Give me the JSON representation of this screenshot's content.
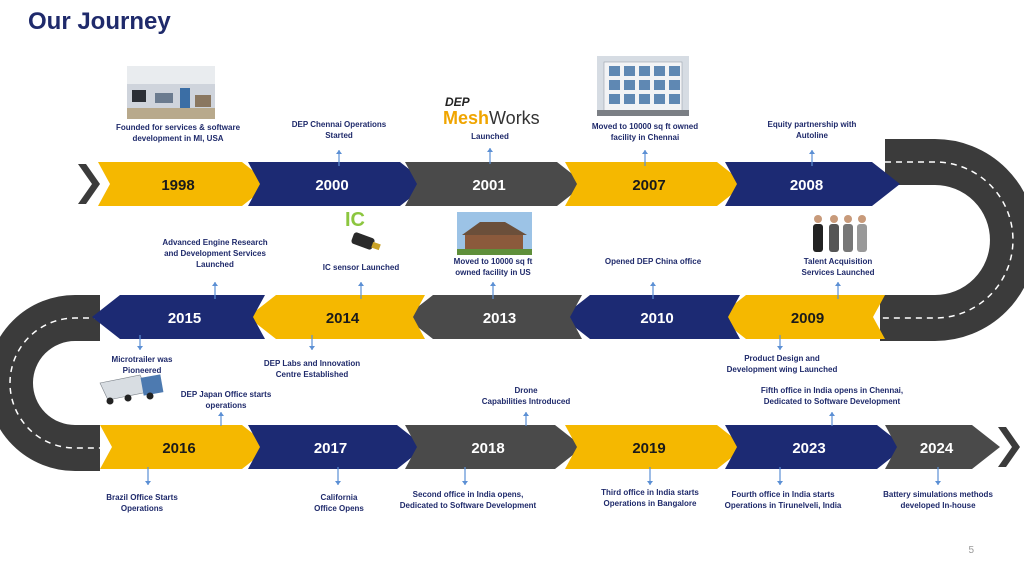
{
  "title": "Our Journey",
  "page_number": "5",
  "colors": {
    "yellow": "#f5b800",
    "navy": "#1c2a73",
    "gray": "#4a4a4a",
    "road": "#3b3b3b",
    "text": "#1f2a6b",
    "connector": "#5b8fd4"
  },
  "milestones": [
    {
      "year": "1998",
      "lines": [
        "Founded for services & software",
        "development in MI, USA"
      ],
      "image": "office-photo"
    },
    {
      "year": "2000",
      "lines": [
        "DEP Chennai Operations",
        "Started"
      ]
    },
    {
      "year": "2001",
      "lines": [
        "Launched"
      ],
      "logo": {
        "top": "DEP",
        "main": [
          "Mesh",
          "Works"
        ]
      }
    },
    {
      "year": "2007",
      "lines": [
        "Moved to 10000 sq ft owned",
        "facility in Chennai"
      ],
      "image": "building-photo"
    },
    {
      "year": "2008",
      "lines": [
        "Equity partnership with",
        "Autoline"
      ]
    },
    {
      "year": "2009",
      "lines": [
        "Talent Acquisition",
        "Services Launched"
      ],
      "lines_below": [
        "Product Design and",
        "Development wing Launched"
      ],
      "image": "people-photo"
    },
    {
      "year": "2010",
      "lines": [
        "Opened DEP China office"
      ]
    },
    {
      "year": "2013",
      "lines": [
        "Moved to 10000 sq ft",
        "owned facility in US"
      ],
      "image": "us-facility-photo"
    },
    {
      "year": "2014",
      "lines": [
        "IC sensor Launched"
      ],
      "lines_below": [
        "DEP Labs and Innovation",
        "Centre Established"
      ],
      "logo": {
        "main": [
          "IC"
        ]
      },
      "image": "sensor-photo"
    },
    {
      "year": "2015",
      "lines": [
        "Advanced Engine Research",
        "and Development Services",
        "Launched"
      ],
      "lines_below": [
        "Microtrailer was",
        "Pioneered"
      ]
    },
    {
      "year": "2016",
      "lines": [
        "DEP Japan Office starts",
        "operations"
      ],
      "lines_below": [
        "Brazil Office Starts",
        "Operations"
      ],
      "image": "microtrailer-photo"
    },
    {
      "year": "2017",
      "lines_below": [
        "California",
        "Office Opens"
      ]
    },
    {
      "year": "2018",
      "lines": [
        "Drone",
        "Capabilities Introduced"
      ],
      "lines_below": [
        "Second office in India opens,",
        "Dedicated to Software Development"
      ]
    },
    {
      "year": "2019",
      "lines_below": [
        "Third office in India starts",
        "Operations in Bangalore"
      ]
    },
    {
      "year": "2023",
      "lines": [
        "Fifth office in India opens in Chennai,",
        "Dedicated to Software Development"
      ],
      "lines_below": [
        "Fourth office in India starts",
        "Operations in Tirunelveli, India"
      ]
    },
    {
      "year": "2024",
      "lines_below": [
        "Battery simulations methods",
        "developed In-house"
      ]
    }
  ]
}
